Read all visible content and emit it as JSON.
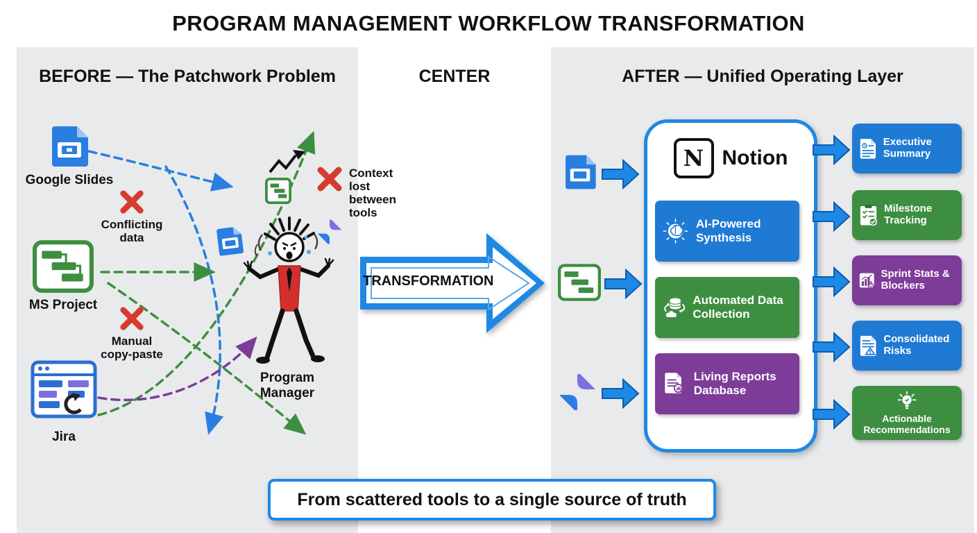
{
  "title": "PROGRAM MANAGEMENT WORKFLOW TRANSFORMATION",
  "panels": {
    "before": {
      "heading": "BEFORE — The Patchwork Problem",
      "tools": [
        {
          "name": "Google Slides",
          "icon": "google-slides-icon"
        },
        {
          "name": "MS Project",
          "icon": "ms-project-icon"
        },
        {
          "name": "Jira",
          "icon": "jira-icon"
        }
      ],
      "problems": [
        {
          "label": "Conflicting data",
          "icon": "red-x-icon"
        },
        {
          "label": "Manual copy-paste",
          "icon": "red-x-icon"
        },
        {
          "label": "Context lost between tools",
          "icon": "red-x-icon"
        }
      ],
      "actor": {
        "label": "Program Manager",
        "icon": "stressed-person-figure"
      }
    },
    "center": {
      "heading": "CENTER",
      "arrow_label": "TRANSFORMATION"
    },
    "after": {
      "heading": "AFTER — Unified Operating Layer",
      "source_icons": [
        "google-slides-icon",
        "ms-project-icon",
        "jira-icon"
      ],
      "hub": {
        "platform": "Notion",
        "platform_letter": "N",
        "capabilities": [
          {
            "label": "AI-Powered Synthesis",
            "color": "#1f7ad4",
            "icon": "brain-icon"
          },
          {
            "label": "Automated Data Collection",
            "color": "#3e8e41",
            "icon": "database-sync-icon"
          },
          {
            "label": "Living Reports Database",
            "color": "#7d3c98",
            "icon": "report-search-icon"
          }
        ]
      },
      "outputs": [
        {
          "label": "Executive Summary",
          "color": "#1f7ad4",
          "icon": "summary-doc-icon"
        },
        {
          "label": "Milestone Tracking",
          "color": "#3e8e41",
          "icon": "checklist-icon"
        },
        {
          "label": "Sprint Stats & Blockers",
          "color": "#7d3c98",
          "icon": "sprint-stats-icon"
        },
        {
          "label": "Consolidated Risks",
          "color": "#1f7ad4",
          "icon": "risk-doc-icon"
        },
        {
          "label": "Actionable Recommendations",
          "color": "#3e8e41",
          "icon": "lightbulb-icon"
        }
      ]
    }
  },
  "footer": {
    "tagline": "From scattered tools to a single source of truth"
  },
  "colors": {
    "accent_blue": "#1e88e5",
    "tool_blue": "#2a7de1",
    "green": "#3e8e41",
    "purple": "#7d3c98",
    "red_x": "#d63b2f",
    "panel_bg": "#e9eaec"
  }
}
